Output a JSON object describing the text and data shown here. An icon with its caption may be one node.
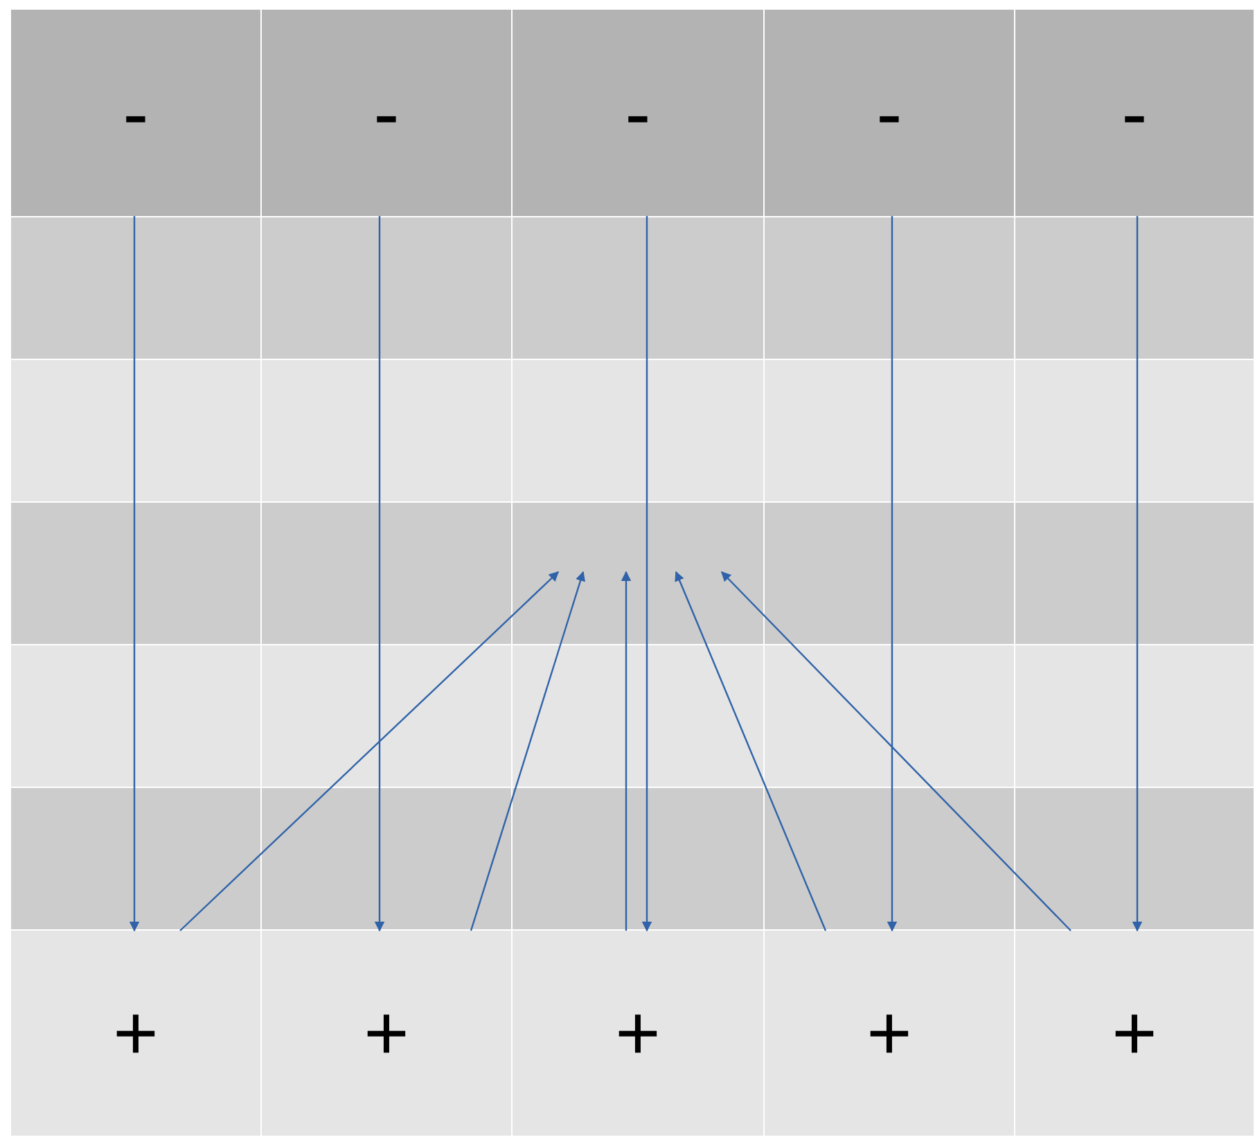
{
  "diagram": {
    "nodes": [
      {
        "text": [
          "-"
        ]
      },
      {
        "text": [
          "-"
        ]
      },
      {
        "text": [
          "-"
        ]
      },
      {
        "text": [
          "-"
        ]
      },
      {
        "text": [
          "-"
        ]
      },
      {
        "text": [
          "+"
        ]
      },
      {
        "text": [
          "+"
        ]
      },
      {
        "text": [
          "+"
        ]
      },
      {
        "text": [
          "+"
        ]
      },
      {
        "text": [
          "+"
        ]
      }
    ],
    "edges": [
      {
        "from": 0,
        "to": 5,
        "arrow": "to"
      },
      {
        "from": 1,
        "to": 6,
        "arrow": "to"
      },
      {
        "from": 2,
        "to": 7,
        "arrow": "to"
      },
      {
        "from": 3,
        "to": 8,
        "arrow": "to"
      },
      {
        "from": 4,
        "to": 9,
        "arrow": "to"
      },
      {
        "from": 5,
        "to": null,
        "arrow": "to"
      },
      {
        "from": 6,
        "to": null,
        "arrow": "to"
      },
      {
        "from": 7,
        "to": null,
        "arrow": "to"
      },
      {
        "from": 8,
        "to": null,
        "arrow": "to"
      },
      {
        "from": 9,
        "to": null,
        "arrow": "to"
      }
    ]
  }
}
